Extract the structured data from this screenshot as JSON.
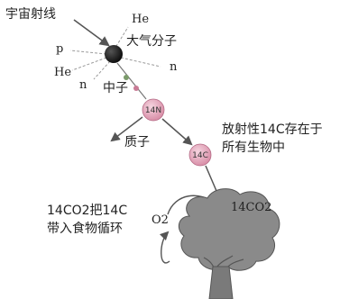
{
  "diagram": {
    "cosmic_rays": "宇宙射线",
    "atmosphere_molecule": "大气分子",
    "particle_he_top": "He",
    "particle_p": "p",
    "particle_he_left": "He",
    "particle_n_right": "n",
    "particle_n_left": "n",
    "neutron": "中子",
    "node_n14": "14N",
    "proton": "质子",
    "node_c14": "14C",
    "c14_exists_line1": "放射性14C存在于",
    "c14_exists_line2": "所有生物中",
    "co2_c14": "14CO2",
    "food_cycle_line1": "14CO2把14C",
    "food_cycle_line2": "带入食物循环",
    "o2": "O2"
  },
  "colors": {
    "molecule": "#111111",
    "nucleus_fill": "#d98fa8",
    "nucleus_edge": "#b46a85",
    "neutron_dot": "#7a9a6a",
    "tree_fill": "#8a8a8a",
    "tree_edge": "#555555",
    "arrow": "#555555"
  }
}
